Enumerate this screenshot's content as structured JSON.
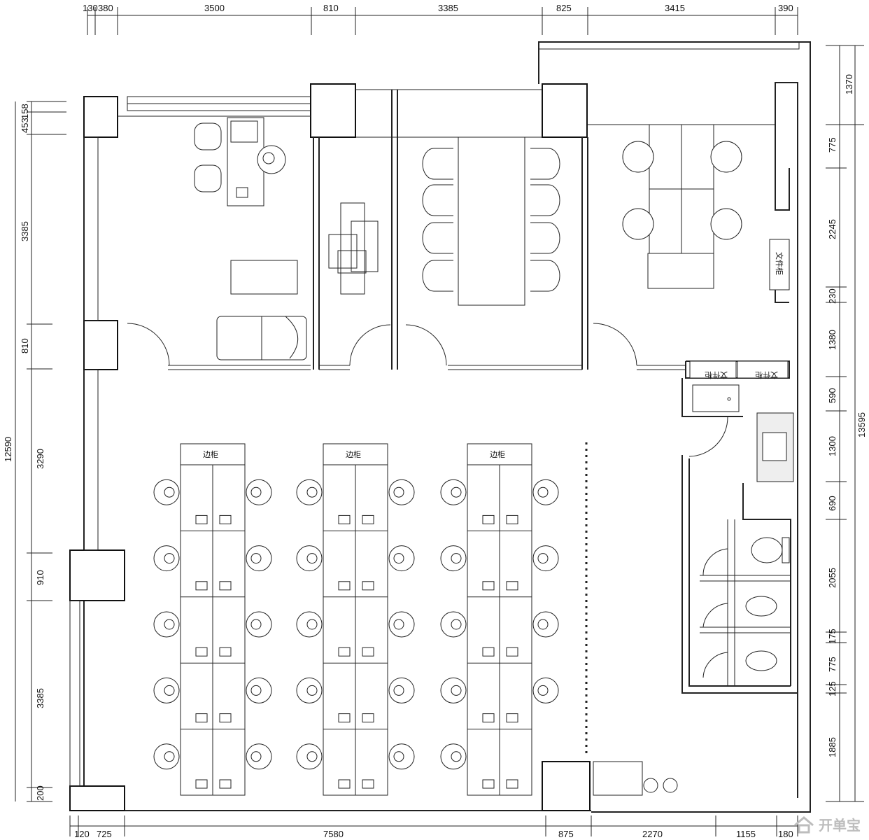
{
  "dimensions": {
    "top": [
      "130",
      "380",
      "3500",
      "810",
      "3385",
      "825",
      "3415",
      "390"
    ],
    "bottom": [
      "120",
      "725",
      "7580",
      "875",
      "2270",
      "1155",
      "180"
    ],
    "left_outer": [
      "12590"
    ],
    "left_inner": [
      "453",
      "158",
      "3385",
      "810",
      "3290",
      "910",
      "3385",
      "200"
    ],
    "right_outer": [
      "13595"
    ],
    "right_inner": [
      "1370",
      "775",
      "2245",
      "230",
      "1380",
      "590",
      "1300",
      "690",
      "2055",
      "175",
      "775",
      "125",
      "1885"
    ]
  },
  "labels": {
    "side_cabinet": "边柜",
    "file_cabinet": "文件柜"
  },
  "watermark": {
    "text": "开单宝"
  },
  "colors": {
    "line": "#111111",
    "watermark": "#bdbdbd"
  }
}
